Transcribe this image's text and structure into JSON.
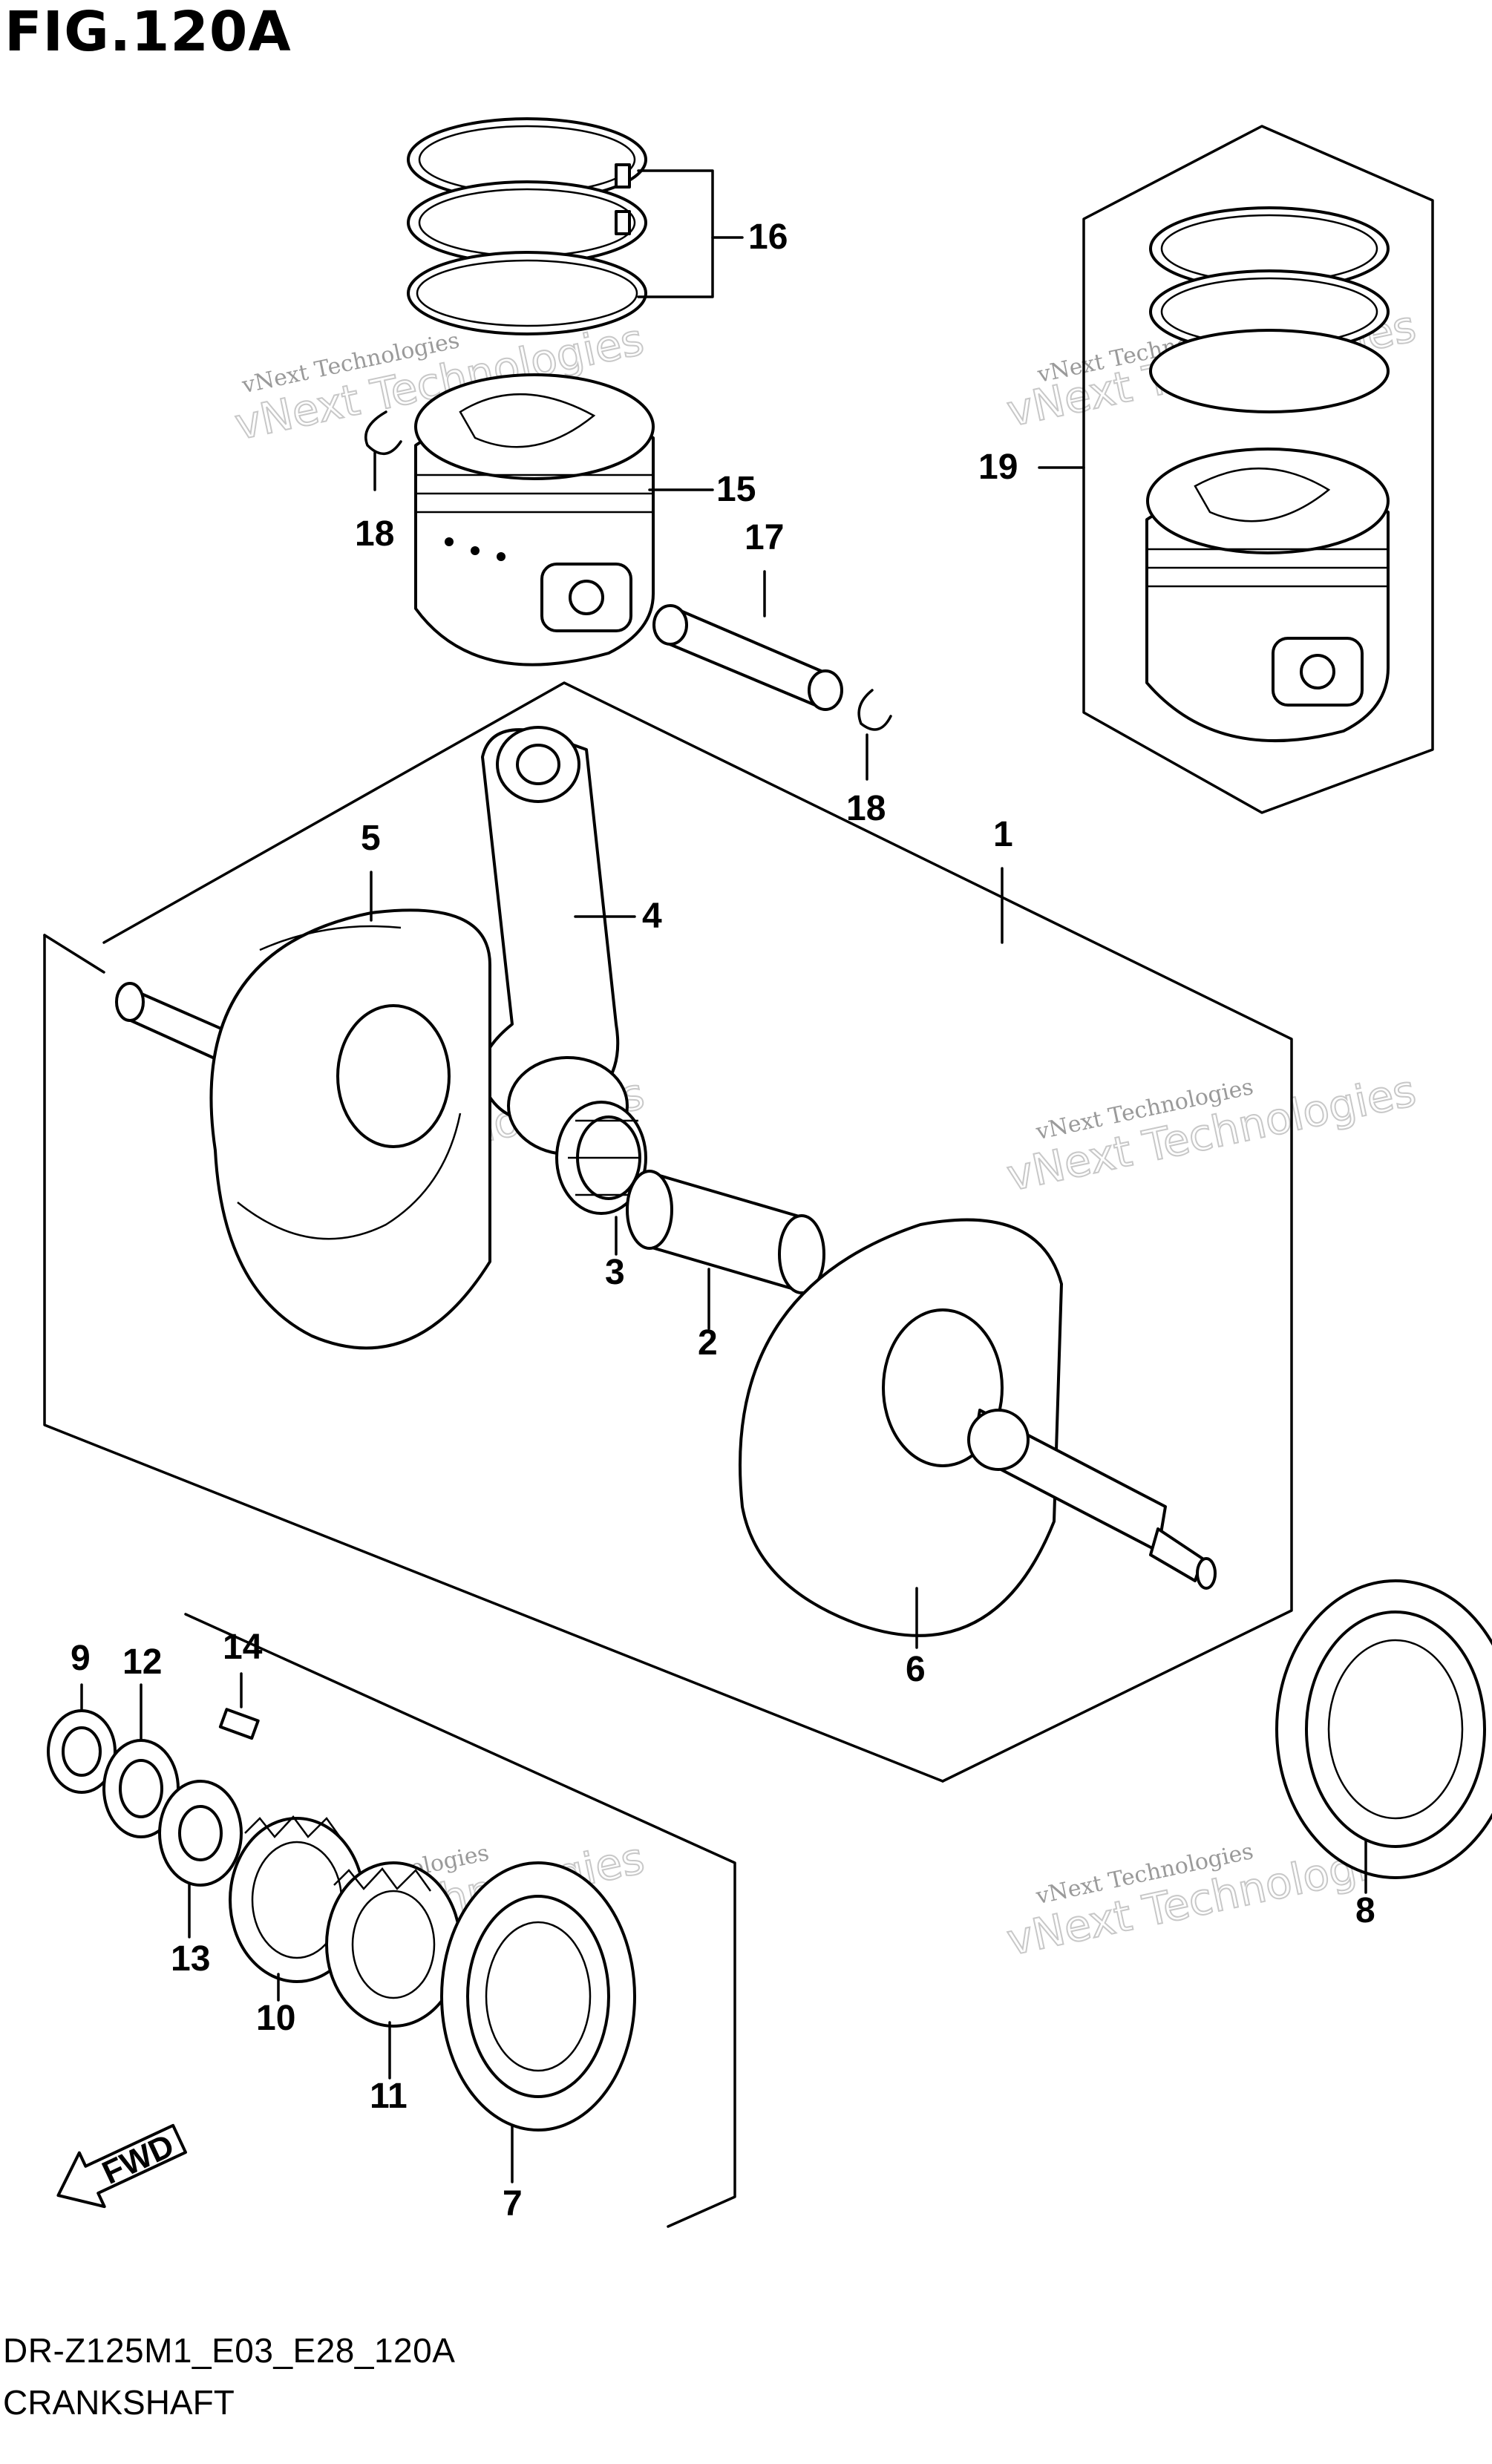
{
  "figure": {
    "title": "FIG.120A",
    "model_code": "DR-Z125M1_E03_E28_120A",
    "section_name": "CRANKSHAFT"
  },
  "watermark": {
    "small_text": "vNext Technologies",
    "big_text": "vNext Technologies"
  },
  "direction_marker": {
    "label": "FWD",
    "icon": "arrow-left-icon"
  },
  "callouts": [
    {
      "id": "c1",
      "number": "1"
    },
    {
      "id": "c2",
      "number": "2"
    },
    {
      "id": "c3",
      "number": "3"
    },
    {
      "id": "c4",
      "number": "4"
    },
    {
      "id": "c5",
      "number": "5"
    },
    {
      "id": "c6",
      "number": "6"
    },
    {
      "id": "c7",
      "number": "7"
    },
    {
      "id": "c8",
      "number": "8"
    },
    {
      "id": "c9",
      "number": "9"
    },
    {
      "id": "c10",
      "number": "10"
    },
    {
      "id": "c11",
      "number": "11"
    },
    {
      "id": "c12",
      "number": "12"
    },
    {
      "id": "c13",
      "number": "13"
    },
    {
      "id": "c14",
      "number": "14"
    },
    {
      "id": "c15",
      "number": "15"
    },
    {
      "id": "c16",
      "number": "16"
    },
    {
      "id": "c17",
      "number": "17"
    },
    {
      "id": "c18a",
      "number": "18"
    },
    {
      "id": "c18b",
      "number": "18"
    },
    {
      "id": "c19",
      "number": "19"
    }
  ]
}
